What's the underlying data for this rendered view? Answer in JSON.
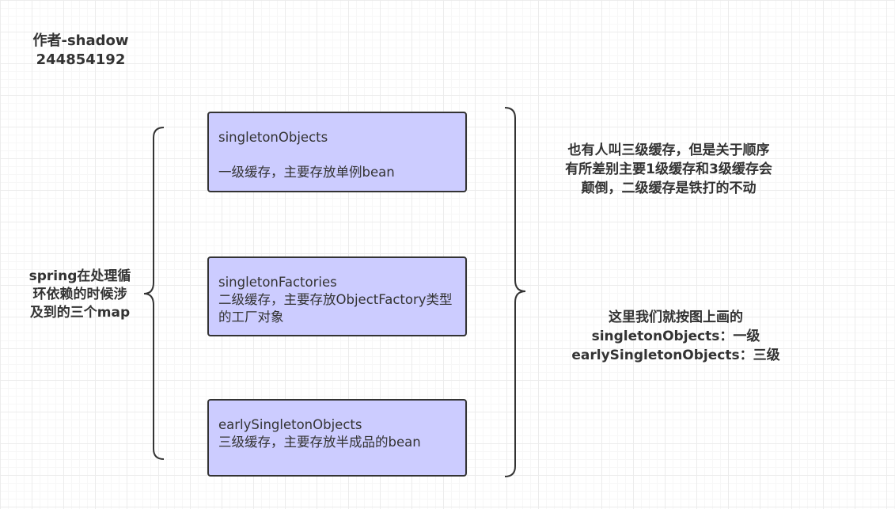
{
  "author": {
    "line1": "作者-shadow",
    "line2": "244854192"
  },
  "left_label": {
    "lines": [
      "spring在处理循",
      "环依赖的时候涉",
      "及到的三个map"
    ]
  },
  "boxes": [
    {
      "name": "singletonObjects",
      "desc": "一级缓存，主要存放单例bean"
    },
    {
      "name": "singletonFactories",
      "desc": "二级缓存，主要存放ObjectFactory类型的工厂对象"
    },
    {
      "name": "earlySingletonObjects",
      "desc": "三级缓存，主要存放半成品的bean"
    }
  ],
  "right_note": {
    "lines": [
      "也有人叫三级缓存，但是关于顺序",
      "有所差别主要1级缓存和3级缓存会",
      "颠倒，二级缓存是铁打的不动"
    ]
  },
  "right_mapping": {
    "lines": [
      "这里我们就按图上画的",
      "singletonObjects：一级",
      "earlySingletonObjects：三级"
    ]
  },
  "colors": {
    "box_fill": "#ccccff",
    "stroke": "#333333",
    "background": "#ffffff"
  }
}
